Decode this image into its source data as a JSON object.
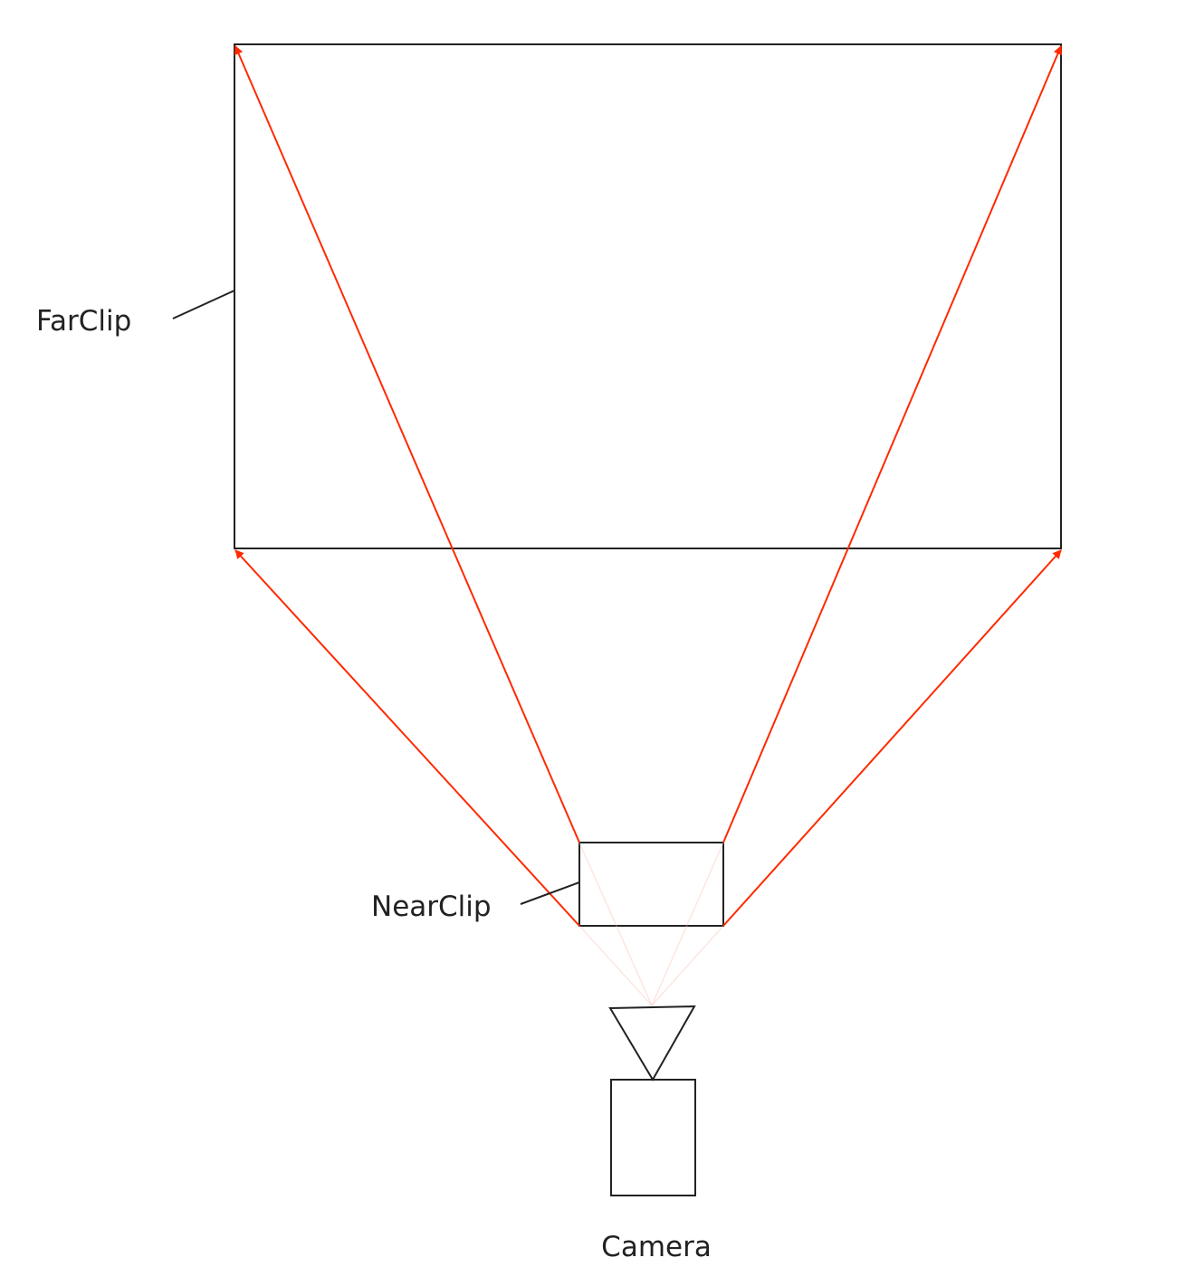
{
  "labels": {
    "far_clip": "FarClip",
    "near_clip": "NearClip",
    "camera": "Camera"
  },
  "colors": {
    "background": "#ffffff",
    "outline": "#222222",
    "ray": "#ff2a00",
    "ray_faint": "#f5b8a8"
  }
}
